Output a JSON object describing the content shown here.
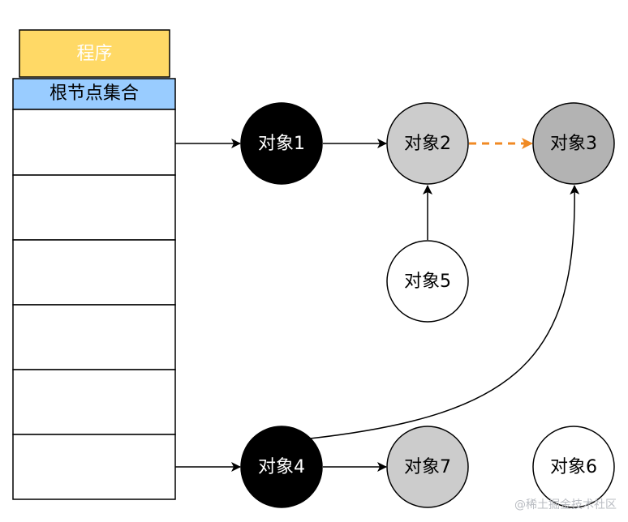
{
  "program": {
    "label": "程序"
  },
  "root_set": {
    "label": "根节点集合",
    "slot_count": 6
  },
  "objects": {
    "obj1": {
      "label": "对象1"
    },
    "obj2": {
      "label": "对象2"
    },
    "obj3": {
      "label": "对象3"
    },
    "obj4": {
      "label": "对象4"
    },
    "obj5": {
      "label": "对象5"
    },
    "obj6": {
      "label": "对象6"
    },
    "obj7": {
      "label": "对象7"
    }
  },
  "colors": {
    "program_fill": "#FFD966",
    "program_text": "#ffffff",
    "root_header_fill": "#99CCFF",
    "black_node": "#000000",
    "light_gray_node": "#CCCCCC",
    "gray_node": "#B3B3B3",
    "white_node": "#ffffff",
    "dashed_arrow": "#F08A24"
  },
  "watermark": "@稀土掘金技术社区"
}
